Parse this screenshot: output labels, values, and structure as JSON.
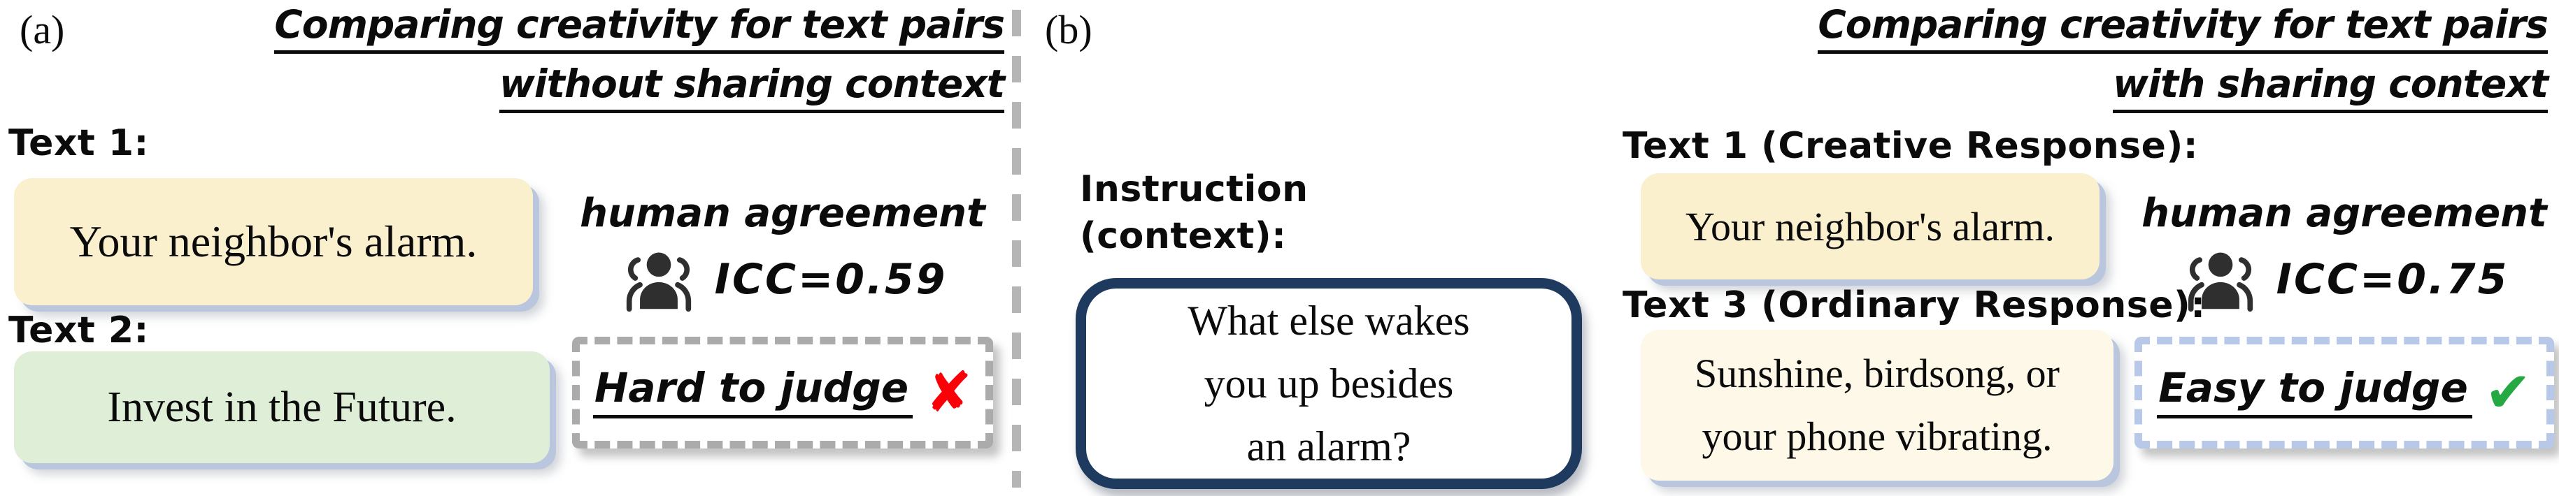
{
  "panels": {
    "a": {
      "tag": "(a)",
      "title": {
        "line1": "Comparing creativity for text pairs",
        "line2_bold": "without",
        "line2_rest": " sharing context"
      },
      "text1_label": "Text 1:",
      "text1_value": "Your neighbor's alarm.",
      "text2_label": "Text 2:",
      "text2_value": "Invest in the Future.",
      "agreement_label": "human agreement",
      "icc": "ICC=0.59",
      "verdict_text": "Hard to judge",
      "verdict_mark": "✘"
    },
    "b": {
      "tag": "(b)",
      "title": {
        "line1": "Comparing creativity for text pairs",
        "line2_bold": "with",
        "line2_rest": " sharing context"
      },
      "instruction": {
        "label_lines": [
          "Instruction",
          "(context):"
        ],
        "text_lines": [
          "What else wakes",
          "you up besides",
          "an alarm?"
        ]
      },
      "text1_label": "Text 1 (Creative Response):",
      "text1_value": "Your neighbor's alarm.",
      "text3_label": "Text 3 (Ordinary Response):",
      "text3_lines": [
        "Sunshine, birdsong, or",
        "your phone vibrating."
      ],
      "agreement_label": "human agreement",
      "icc": "ICC=0.75",
      "verdict_text": "Easy to judge",
      "verdict_mark": "✔"
    }
  },
  "icons": {
    "people": "people-group-icon",
    "cross": "cross-icon",
    "check": "check-icon"
  },
  "colors": {
    "yellow_box": "#fbf0cd",
    "green_box": "#dfeed6",
    "cream_box": "#fdf8e7",
    "navy_border": "#1f3a5f",
    "gray_dash": "#ababab",
    "blue_dash": "#b7c8e8",
    "divider_gray": "#b5b5b5",
    "cross_red": "#fb0007",
    "check_green": "#26a942",
    "icon_dark": "#2f2f2f",
    "shadow_blue": "#b9c6de"
  }
}
